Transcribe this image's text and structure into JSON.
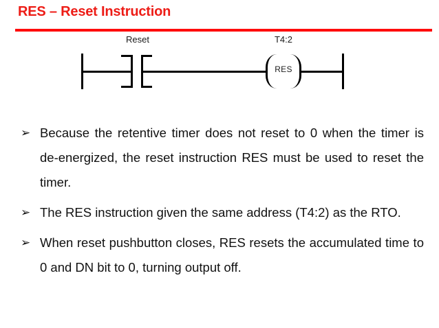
{
  "slide": {
    "title": "RES – Reset Instruction",
    "accent_color": "#ED1C16",
    "rule_color": "#FF0C0C",
    "background_color": "#FFFFFF"
  },
  "ladder": {
    "contact": {
      "label": "Reset",
      "type": "normally-open-contact"
    },
    "coil": {
      "label": "T4:2",
      "text": "RES",
      "type": "reset-coil"
    },
    "rails": {
      "left": "left-power-rail",
      "right": "right-power-rail"
    },
    "line_color": "#000000"
  },
  "body": {
    "marker": "➢",
    "bullets": [
      "Because the retentive timer does not reset to 0 when the timer is de-energized, the reset instruction RES must be used to reset the timer.",
      "The RES instruction given the same address (T4:2) as the RTO.",
      "When reset pushbutton closes, RES resets the accumulated time to 0 and DN bit to 0, turning output off."
    ]
  }
}
